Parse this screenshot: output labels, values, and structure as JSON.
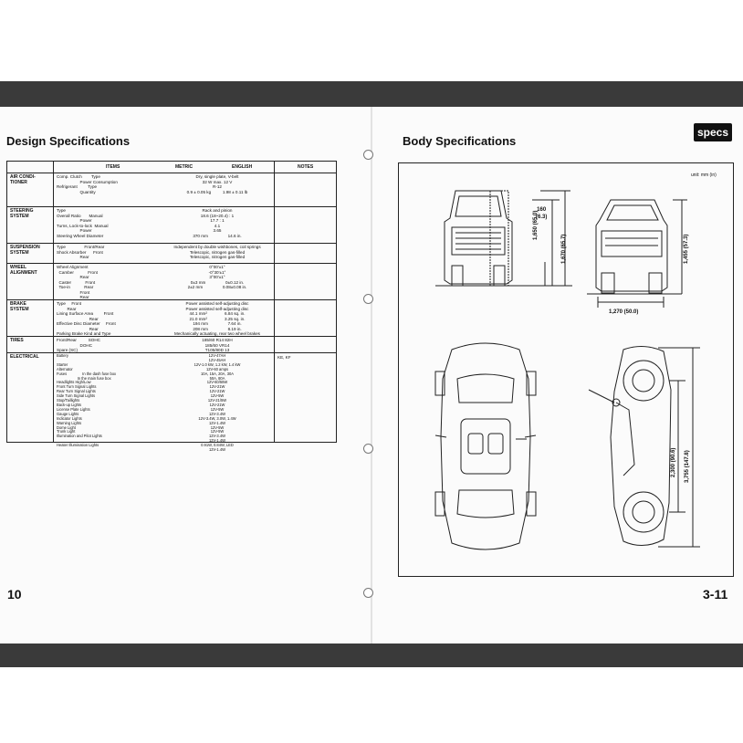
{
  "left_page": {
    "title": "Design Specifications",
    "page_number": "10",
    "table": {
      "headers": {
        "items": "ITEMS",
        "metric": "METRIC",
        "english": "ENGLISH",
        "notes": "NOTES"
      },
      "rows": [
        {
          "category": "AIR CONDI-\nTIONER",
          "items": "Comp. Clutch        Type\n                    Power Consumption\nRefrigerant         Type\n                    Quantity",
          "values": "Dry, single plate, V-belt\n32 W max. 12 V\nR-12\n0.9 ± 0.05 kg          1.98 ± 0.11 lb",
          "notes": ""
        },
        {
          "category": "STEERING\nSYSTEM",
          "items": "Type\nOverall Ratio       Manual\n                    Power\nTurns, Lock-to-lock  Manual\n                    Power\nSteering Wheel Diameter",
          "values": "Rack and pinion\n18.6 (18~20.4) : 1\n17.7 : 1\n4.1\n3.65\n370 mm                 14.6 in.",
          "notes": ""
        },
        {
          "category": "SUSPENSION\nSYSTEM",
          "items": "Type                Front/Rear\nShock Absorber      Front\n                    Rear",
          "values": "Independent by double wishbones, coil springs\nTelescopic, nitrogen gas-filled\nTelescopic, nitrogen gas-filled",
          "notes": ""
        },
        {
          "category": "WHEEL\nALIGNMENT",
          "items": "Wheel Alignment\n  Camber            Front\n                    Rear\n  Caster            Front\n  Toe-in            Rear\n                    Front\n                    Rear",
          "values": "0°00'±1°\n-0°30'±1°\n3°00'±1°\n0±3 mm                 0±0.12 in.\n2±2 mm                 0.08±0.08 in.",
          "notes": ""
        },
        {
          "category": "BRAKE\nSYSTEM",
          "items": "Type     Front\n         Rear\nLining Surface Area         Front\n                            Rear\nEffective Disc Diameter     Front\n                            Rear\nParking Brake Kind and Type",
          "values": "Power assisted self-adjusting disc\nPower assisted self-adjusting disc\n44.1 mm²               6.84 sq. in.\n21.0 mm²               3.25 sq. in.\n194 mm                 7.64 in.\n208 mm                 8.19 in.\nMechanically actuating, rear two wheel brakes",
          "notes": ""
        },
        {
          "category": "TIRES",
          "items": "Front/Rear          SOHC\n                    DOHC\nSpare (SC)",
          "values": "185/60 R14 82H\n185/60 VR14\nT105/80D 13",
          "notes": ""
        },
        {
          "category": "ELECTRICAL",
          "items": "Battery\n\nStarter\nAlternator\nFuses               In the dash fuse box\n                    In the main fuse box\nHeadlights High/Low\nFront Turn Signal Lights\nRear Turn Signal Lights\nSide Turn Signal Lights\nStop/Taillights\nBack-up Lights\nLicense Plate Lights\nGauge Lights\nIndicator Lights\nWarning Lights\nDome Light\nTrunk Light\nIllumination and Pilot Lights\n\nHeater Illumination Lights",
          "values": "12V-47AH\n12V-45AH\n12V-1.0 kW, 1.2 kW, 1.4 kW\n12V-60 amps\n10A, 15A, 20A, 30A\n50A, 80A\n12V-60/55W\n12V-21W\n12V-21W\n12V-5W\n12V-21/5W\n12V-21W\n12V-5W\n12V-3.4W\n12V-3.4W, 3.0W, 1.4W\n12V-1.4W\n12V-5W\n12V-5W\n12V-3.4W\n12V-1.4W\n0.91W, 0.84W, LED\n12V-1.4W",
          "notes": "KE, KF"
        }
      ]
    }
  },
  "right_page": {
    "title": "Body Specifications",
    "badge": "specs",
    "page_number": "3-11",
    "unit_label": "unit: mm (in)",
    "dimensions": {
      "front_ground_clearance": "160\n(6.3)",
      "front_height": "1,650 (65.0)",
      "overall_height": "1,670 (65.7)",
      "rear_height": "1,455 (57.3)",
      "rear_track": "1,270 (50.0)",
      "wheelbase": "2,300 (90.6)",
      "overall_length": "3,755 (147.8)"
    }
  }
}
